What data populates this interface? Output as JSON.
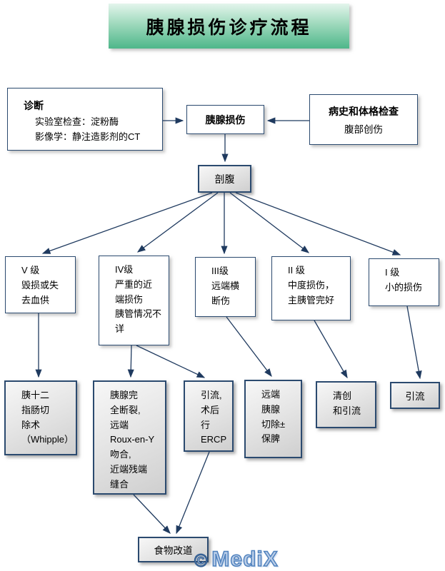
{
  "title": "胰腺损伤诊疗流程",
  "colors": {
    "border_navy": "#2b4a6f",
    "arrow": "#1f3a5f",
    "title_gradient_top": "#e3f5ec",
    "title_gradient_bottom": "#4eb78a",
    "node_fill_white": "#ffffff",
    "process_gradient_top": "#f7f7f7",
    "process_gradient_bottom": "#cfcfcf",
    "logo_fill": "#b9cde8",
    "logo_outline": "#4f81bd"
  },
  "nodes": {
    "diagnosis": {
      "heading": "诊断",
      "lines": [
        "实验室检查：淀粉酶",
        "影像学：静注造影剂的CT"
      ]
    },
    "injury": {
      "label": "胰腺损伤"
    },
    "history": {
      "heading": "病史和体格检查",
      "subtitle": "腹部创伤"
    },
    "laparotomy": {
      "label": "剖腹"
    },
    "grade5": {
      "lines": [
        "V 级",
        "毁损或失",
        "去血供"
      ]
    },
    "grade4": {
      "lines": [
        "IV级",
        "严重的近",
        "端损伤",
        "胰管情况不",
        "详"
      ]
    },
    "grade3": {
      "lines": [
        "III级",
        "远端横",
        "断伤"
      ]
    },
    "grade2": {
      "lines": [
        "II 级",
        "中度损伤，",
        "主胰管完好"
      ]
    },
    "grade1": {
      "lines": [
        "I 级",
        "小的损伤"
      ]
    },
    "whipple": {
      "lines": [
        "胰十二",
        "指肠切",
        "除术",
        "（Whipple）"
      ]
    },
    "transection": {
      "lines": [
        "胰腺完",
        "全断裂,",
        "远端",
        "Roux-en-Y",
        "吻合,",
        "近端残端",
        "缝合"
      ]
    },
    "ercp": {
      "lines": [
        "引流,",
        "术后",
        "行",
        "ERCP"
      ]
    },
    "distal_resection": {
      "lines": [
        "远端",
        "胰腺",
        "切除±",
        "保脾"
      ]
    },
    "debridement": {
      "lines": [
        "清创",
        "和引流"
      ]
    },
    "drainage": {
      "label": "引流"
    },
    "food_diversion": {
      "label": "食物改道"
    }
  },
  "edges": [
    {
      "from": "diagnosis",
      "to": "injury"
    },
    {
      "from": "history",
      "to": "injury"
    },
    {
      "from": "injury",
      "to": "laparotomy"
    },
    {
      "from": "laparotomy",
      "to": "grade5"
    },
    {
      "from": "laparotomy",
      "to": "grade4"
    },
    {
      "from": "laparotomy",
      "to": "grade3"
    },
    {
      "from": "laparotomy",
      "to": "grade2"
    },
    {
      "from": "laparotomy",
      "to": "grade1"
    },
    {
      "from": "grade5",
      "to": "whipple"
    },
    {
      "from": "grade4",
      "to": "transection"
    },
    {
      "from": "grade4",
      "to": "ercp"
    },
    {
      "from": "grade3",
      "to": "distal_resection"
    },
    {
      "from": "grade2",
      "to": "debridement"
    },
    {
      "from": "grade1",
      "to": "drainage"
    },
    {
      "from": "transection",
      "to": "food_diversion"
    },
    {
      "from": "ercp",
      "to": "food_diversion"
    }
  ],
  "logo": {
    "copyright_symbol": "©",
    "brand": "MediX"
  }
}
